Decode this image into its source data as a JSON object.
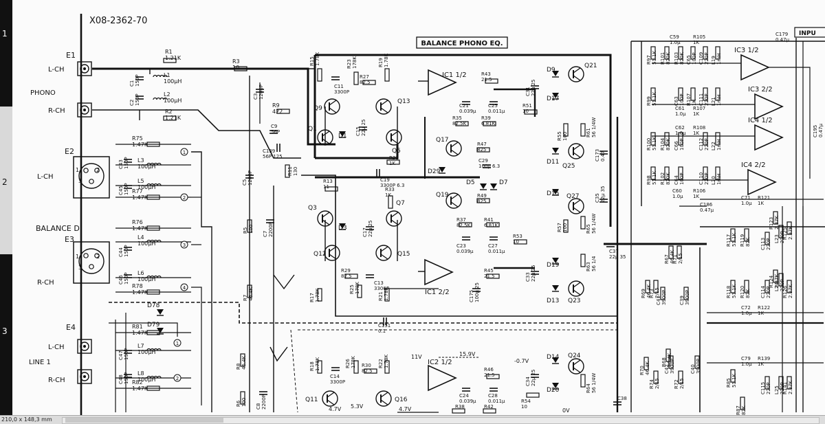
{
  "sheet": {
    "drawing_number": "X08-2362-70",
    "section_title": "BALANCE PHONO EQ.",
    "partial_label": "INPU",
    "page_markers": [
      "1",
      "2",
      "3"
    ]
  },
  "status_bar": {
    "page_size": "210,0 x 148,3 mm"
  },
  "connectors": {
    "e1": "E1",
    "e2": "E2",
    "e3": "E3",
    "e4": "E4",
    "phono": "PHONO",
    "balanced": "BALANCE D",
    "line1": "LINE 1",
    "l_ch": "L-CH",
    "r_ch": "R-CH",
    "pins": [
      "1",
      "2",
      "3"
    ]
  },
  "nodes": [
    "1",
    "2",
    "3",
    "4"
  ],
  "opamps": [
    "IC1 1/2",
    "IC1 2/2",
    "IC2 1/2",
    "IC3 1/2",
    "IC3 2/2",
    "IC4 1/2",
    "IC4 2/2"
  ],
  "transistors": [
    "Q1",
    "Q3",
    "Q5",
    "Q7",
    "Q9",
    "Q11",
    "Q12",
    "Q13",
    "Q15",
    "Q16",
    "Q17",
    "Q19",
    "Q21",
    "Q23",
    "Q24",
    "Q25",
    "Q27"
  ],
  "diodes": [
    "D1",
    "D3",
    "D5",
    "D7",
    "D9",
    "D11",
    "D13",
    "D14",
    "D15",
    "D17",
    "D19",
    "D20",
    "D29",
    "D78",
    "D79"
  ],
  "components": {
    "r1": "R1\n1.21K",
    "l1": "L1\n100µH",
    "l2": "L2\n100µH",
    "r2": "R2\n1.21K",
    "c1": "C1\n150P",
    "c2": "C2\n150P",
    "r3": "R3\n10",
    "c3": "C3\n1200P",
    "r9": "R9\n422",
    "c9": "C9\n56P",
    "c139": "C139\n56P 125",
    "r11": "R11\n130",
    "c5": "C5\n1200P",
    "r5": "R5\n100",
    "c7": "C7\n2200P",
    "r7": "R7\n46.4K",
    "r8": "R8\n46.4K",
    "r6": "R6\n100",
    "c8": "C8\n2200P",
    "r15": "R15\n1.78K",
    "c11": "C11\n3300P",
    "r23": "R23\n178K",
    "r27": "R27\n82.5",
    "r19": "R19\n1.78K",
    "c15": "C15\n22µ 25",
    "r31": "R31\n1K",
    "r13": "R13\n11",
    "c19": "C19\n3300P 6.3",
    "r33": "R33\n1K",
    "c17": "C17\n22µ 25",
    "r29": "R29\n82.5",
    "c13": "C13\n3300P",
    "r25": "R25\n178K",
    "r17": "R17\n1.78K",
    "r21": "R21\n1.78K",
    "r43": "R43\n21.5",
    "c31": "C31\n22µ 25",
    "c21": "C21\n0.039µ",
    "c25": "C25\n0.011µ",
    "r35": "R35\n82.5K",
    "r39": "R39\n6.81K",
    "r51": "R51\n10",
    "r47": "R47\n825",
    "c29": "C29\n100µ 6.3",
    "r49": "R49\n825",
    "c37": "C37\n22µ 35",
    "r37": "R37\n82.5K",
    "r41": "R41\n6.81K",
    "c23": "C23\n0.039µ",
    "c27": "C27\n0.011µ",
    "r53": "R53\n10",
    "r45": "R45\n21.5",
    "c33": "C33\n22µ 25",
    "c175": "C175\n100µ 25",
    "c151": "C151\n0.1",
    "r55": "R55\n100",
    "r57": "R57\n100",
    "r61": "R61\n56 1/4W",
    "r63": "R63\n56 1/4",
    "r65": "R65\n56 1/4W",
    "c173": "C173\n0.47",
    "c35": "C35\n22µ 35",
    "r18": "R18\n1.78K",
    "c14": "C14\n3300P",
    "r26": "R26\n178K",
    "r30": "R30\n82.5",
    "r22": "R22\n1.78K",
    "c24": "C24\n0.039µ",
    "c28": "C28\n0.011µ",
    "r46": "R46\n21.5",
    "c34": "C34\n22µ 25",
    "r54": "R54\n10",
    "r64": "R64\n56 1/4W",
    "r38": "R38",
    "r42": "R42",
    "c38": "C38",
    "r75": "R75\n1.47K",
    "l3": "L3\n100µH",
    "c43": "C43\n150P",
    "c45": "C45\n150P",
    "l5": "L5\n100µH",
    "r77": "R77\n1.47K",
    "r76": "R76\n1.47K",
    "l4": "L4\n100µH",
    "c44": "C44\n150P",
    "c46": "C46\n150P",
    "l6": "L6\n100µH",
    "r78": "R78\n1.47K",
    "r81": "R81\n1.47K",
    "l7": "L7\n100µH",
    "c47": "C47\n150P",
    "c48": "C48\n150P",
    "l8": "L8\n100µH",
    "r82": "R82\n1.47K",
    "c59": "C59\n1.0µ",
    "r105": "R105\n1K",
    "r97": "R97\n51.1K",
    "r101": "R101\n820K",
    "r103": "R103\n820K",
    "c65": "C65\n100P",
    "c109": "C109\n220P",
    "l19": "L19\n1mH",
    "r99": "R99\n51.1K",
    "c61": "C61\n1.0µ",
    "r107": "R107\n1K",
    "c63": "C63\n100P",
    "c111": "C111\n220P",
    "l21": "L21\n1mH",
    "r100": "R100\n51.1K",
    "c62": "C62\n1.0µ",
    "r108": "R108\n1K",
    "r104": "R104\n820K",
    "c66": "C66\n100P",
    "c112": "C112\n220P",
    "l22": "L22\n1mH",
    "r98": "R98\n51.1K",
    "r102": "R102\n820K",
    "c64": "C64\n100P",
    "c110": "C110\n220P",
    "l20": "L20\n1mH",
    "c60": "C60\n1.0µ",
    "r106": "R106\n1K",
    "c179": "C179\n0.47µ",
    "c186": "C186\n0.47µ",
    "c195": "C195\n0.47µ",
    "c71": "C71\n1.0µ",
    "r121": "R121\n1K",
    "r117": "R117\n51.1K",
    "r119": "R119\n82K",
    "c113": "C113\n220P",
    "l23": "L23\n220P",
    "r123": "R123\n2.37K",
    "r125": "R125\n2.37K",
    "c72": "C72\n1.0µ",
    "r122": "R122\n1K",
    "r118": "R118\n51.1K",
    "r120": "R120\n82K",
    "c114": "C114\n220P",
    "l24": "L24\n220P",
    "r124": "R124\n2.37K",
    "r126": "R126\n2.37K",
    "r67": "R67\n46.4K",
    "r71": "R71\n2/15",
    "r69": "R69\n46.4K",
    "r73": "R73\n2/15",
    "c41": "C41\n3900P",
    "c39": "C39\n3900P",
    "r70": "R70\n46.4K",
    "r74": "R74\n2/15",
    "r68": "R68\n46.4K",
    "r72": "R72\n2/15",
    "c42": "C42\n3900P",
    "c40": "C40\n3900P",
    "c79": "C79\n1.0µ",
    "r139": "R139\n1K",
    "r85": "R85\n51.1K",
    "r87": "R87\n82K",
    "c115": "C115\n220P",
    "l25": "L25\n220P",
    "r141": "R141\n2.37K"
  },
  "annotations": {
    "v11": "11V",
    "v15_9": "15.9V",
    "v0_7": "-0.7V",
    "v4_7a": "4.7V",
    "v5_3": "5.3V",
    "v4_7b": "4.7V",
    "v0": "0V"
  }
}
